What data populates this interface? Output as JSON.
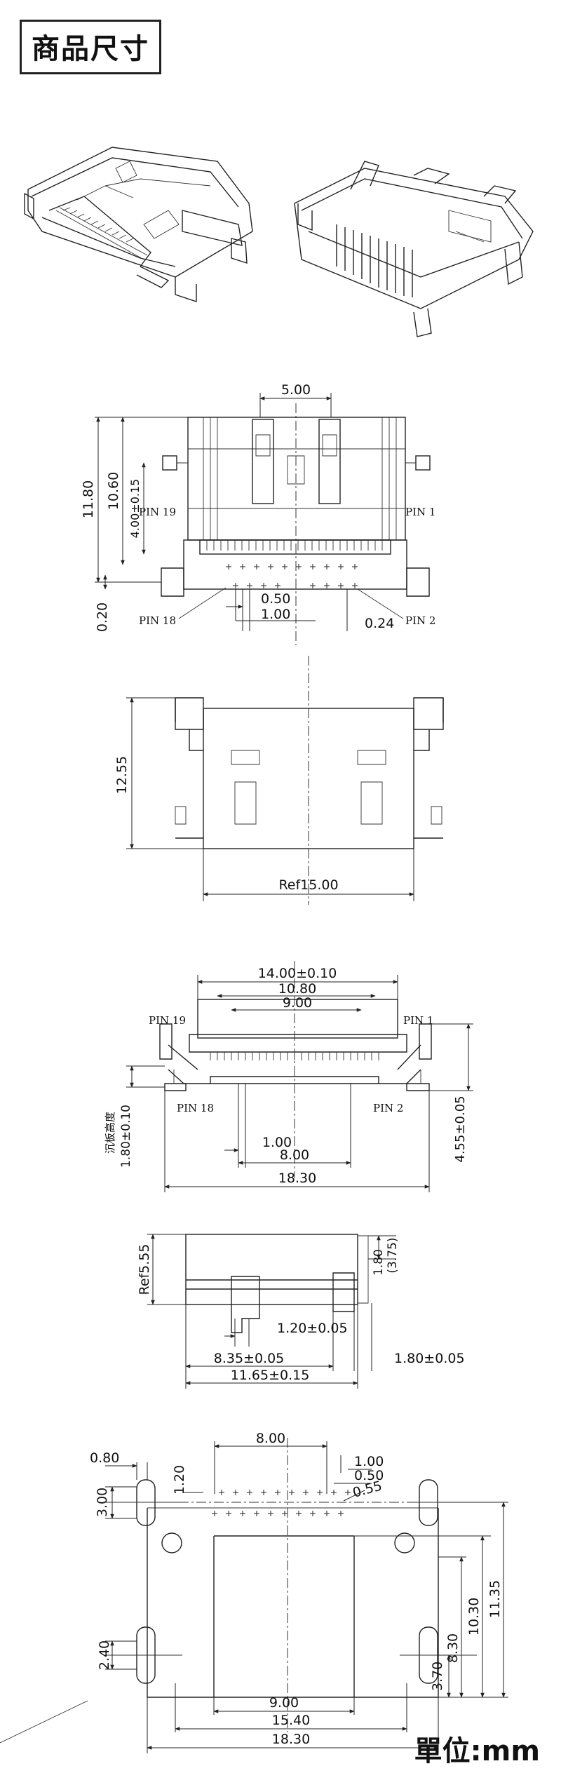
{
  "title": "商品尺寸",
  "unit": "單位:mm",
  "views": {
    "front": {
      "dims": [
        "5.00",
        "11.80",
        "10.60",
        "4.00±0.15",
        "0.20",
        "0.50",
        "1.00",
        "0.24"
      ],
      "pins": [
        "PIN 19",
        "PIN 1",
        "PIN 18",
        "PIN 2"
      ]
    },
    "top": {
      "dims": [
        "12.55",
        "Ref15.00"
      ]
    },
    "bottom": {
      "dims": [
        "14.00±0.10",
        "10.80",
        "9.00",
        "1.80±0.10",
        "4.55±0.05",
        "1.00",
        "8.00",
        "18.30"
      ],
      "sink_label": "沉板高度",
      "pins": [
        "PIN 19",
        "PIN 1",
        "PIN 18",
        "PIN 2"
      ]
    },
    "side": {
      "dims": [
        "Ref5.55",
        "1.80",
        "(3.75)",
        "1.20±0.05",
        "8.35±0.05",
        "1.80±0.05",
        "11.65±0.15"
      ]
    },
    "pcb": {
      "dims": [
        "8.00",
        "0.80",
        "1.20",
        "1.00",
        "0.50",
        "0.55",
        "3.00",
        "10.30",
        "11.35",
        "8.30",
        "2.40",
        "3.70",
        "9.00",
        "15.40",
        "18.30"
      ]
    }
  }
}
